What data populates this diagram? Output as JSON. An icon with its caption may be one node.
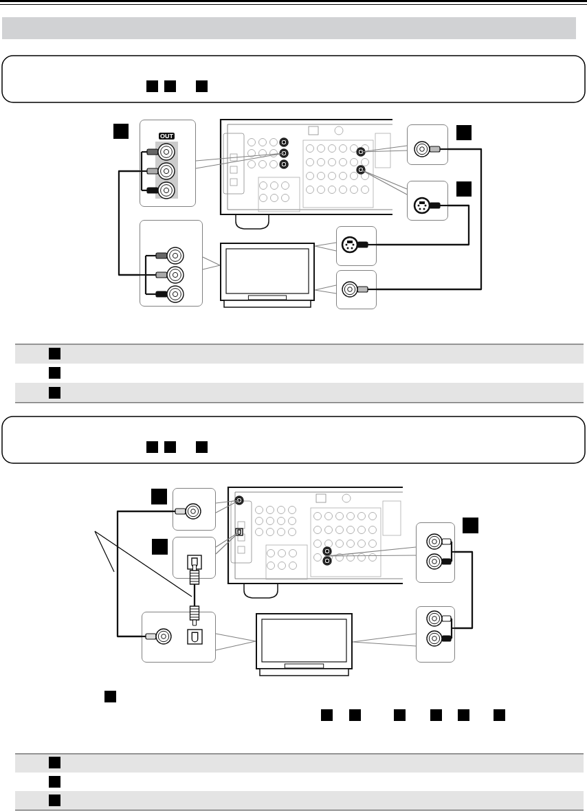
{
  "diagram": {
    "nodes": [
      {
        "text": [],
        "shape": "picture"
      },
      {
        "text": [],
        "shape": "box"
      },
      {
        "text": [],
        "shape": "box"
      },
      {
        "text": [],
        "shape": "box"
      },
      {
        "text": [],
        "shape": "box"
      },
      {
        "text": [],
        "shape": "picture"
      },
      {
        "text": [],
        "shape": "box"
      },
      {
        "text": [],
        "shape": "box"
      },
      {
        "text": [],
        "shape": "picture"
      },
      {
        "text": [],
        "shape": "box"
      },
      {
        "text": [],
        "shape": "box"
      },
      {
        "text": [],
        "shape": "box"
      },
      {
        "text": [],
        "shape": "box"
      },
      {
        "text": [],
        "shape": "picture"
      },
      {
        "text": [],
        "shape": "box"
      }
    ],
    "edges": [
      {
        "from": 1,
        "to": 0,
        "arrow": "none"
      },
      {
        "from": 2,
        "to": 0,
        "arrow": "none"
      },
      {
        "from": 3,
        "to": 0,
        "arrow": "none"
      },
      {
        "from": 4,
        "to": 5,
        "arrow": "none"
      },
      {
        "from": 6,
        "to": 5,
        "arrow": "none"
      },
      {
        "from": 7,
        "to": 5,
        "arrow": "none"
      },
      {
        "from": 1,
        "to": 4,
        "arrow": "none",
        "color": "#111111"
      },
      {
        "from": 2,
        "to": 7,
        "arrow": "none",
        "color": "#111111"
      },
      {
        "from": 3,
        "to": 6,
        "arrow": "none",
        "color": "#111111"
      },
      {
        "from": 9,
        "to": 8,
        "arrow": "none"
      },
      {
        "from": 10,
        "to": 8,
        "arrow": "none"
      },
      {
        "from": 11,
        "to": 13,
        "arrow": "none"
      },
      {
        "from": 12,
        "to": 8,
        "arrow": "none"
      },
      {
        "from": 14,
        "to": 13,
        "arrow": "none"
      },
      {
        "from": 9,
        "to": 11,
        "arrow": "none",
        "color": "#111111"
      },
      {
        "from": 10,
        "to": 11,
        "arrow": "other",
        "color": "#111111"
      },
      {
        "from": 12,
        "to": 14,
        "arrow": "none",
        "color": "#111111"
      }
    ],
    "labels": [
      "OUT"
    ]
  }
}
